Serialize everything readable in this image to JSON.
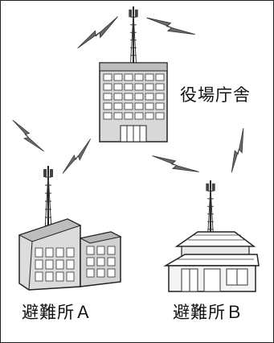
{
  "labels": {
    "town_hall": "役場庁舎",
    "shelter_a": "避難所Ａ",
    "shelter_b": "避難所Ｂ"
  },
  "colors": {
    "outline": "#222222",
    "building_fill": "#dcdcdc",
    "building_dark": "#9a9a9a",
    "window_fill": "#ffffff",
    "signal": "#555555"
  },
  "icons": [
    "antenna-icon",
    "signal-icon",
    "office-building-icon",
    "school-building-icon",
    "house-icon"
  ]
}
